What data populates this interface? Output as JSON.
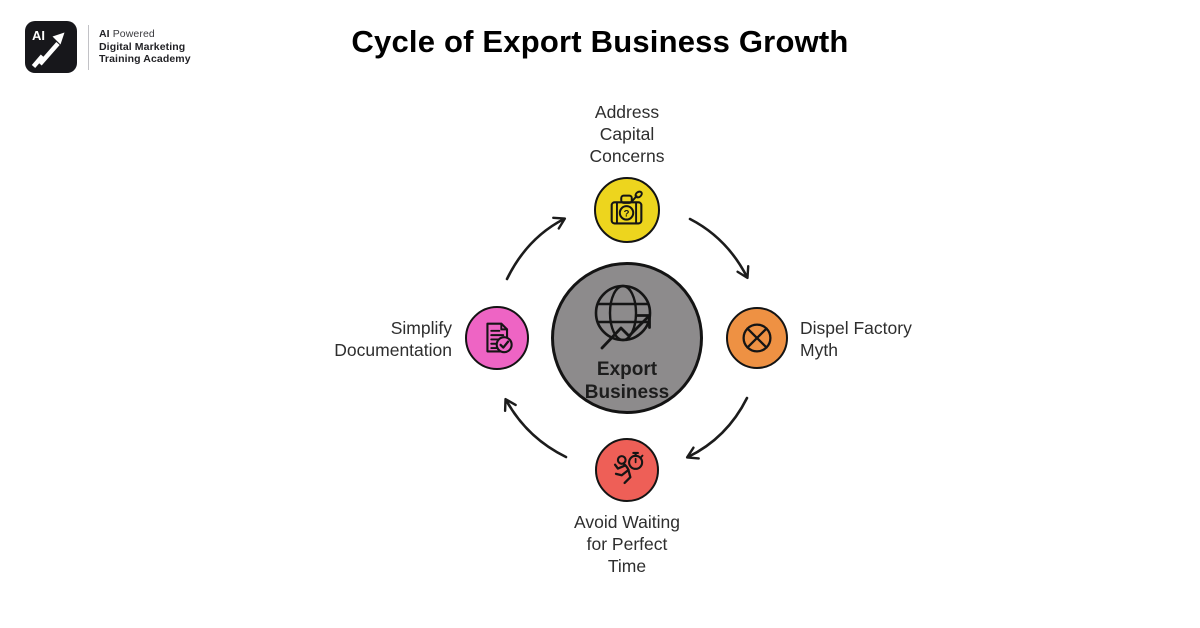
{
  "page": {
    "background_color": "#ffffff"
  },
  "header": {
    "logo": {
      "badge_text": "AI",
      "tagline_strong": "AI",
      "tagline_regular": "Powered",
      "line2": "Digital Marketing",
      "line3": "Training Academy"
    },
    "title": "Cycle of Export Business Growth"
  },
  "diagram": {
    "center": {
      "label": "Export\nBusiness",
      "color": "#8d8b8c",
      "icon": "globe-growth-icon"
    },
    "nodes": [
      {
        "id": "address-capital-concerns",
        "position": "top",
        "label": "Address\nCapital\nConcerns",
        "color": "#edd51e",
        "icon": "briefcase-question-icon"
      },
      {
        "id": "dispel-factory-myth",
        "position": "right",
        "label": "Dispel Factory\nMyth",
        "color": "#ee9143",
        "icon": "crossed-circle-icon"
      },
      {
        "id": "avoid-waiting-perfect-time",
        "position": "bottom",
        "label": "Avoid Waiting\nfor Perfect\nTime",
        "color": "#ee5f57",
        "icon": "runner-stopwatch-icon"
      },
      {
        "id": "simplify-documentation",
        "position": "left",
        "label": "Simplify\nDocumentation",
        "color": "#ee64c4",
        "icon": "document-check-icon"
      }
    ],
    "arrows": {
      "color": "#1c1c1c",
      "direction": "clockwise"
    }
  }
}
